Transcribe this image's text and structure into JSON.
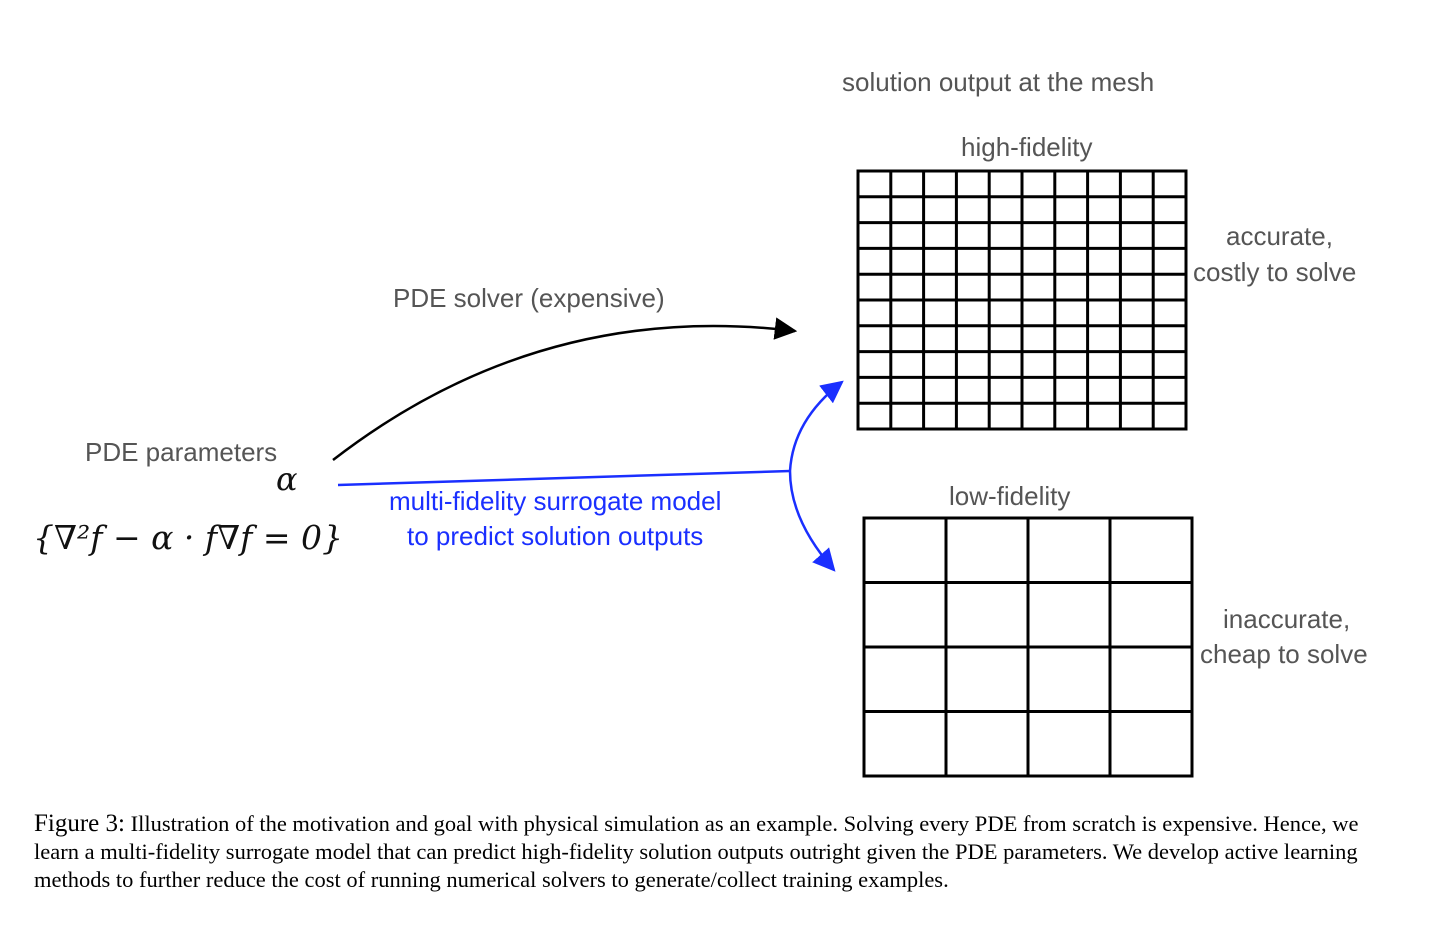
{
  "labels": {
    "solution_output": "solution output at the mesh",
    "high_fidelity": "high-fidelity",
    "low_fidelity": "low-fidelity",
    "accurate_line1": "accurate,",
    "accurate_line2": "costly to solve",
    "inaccurate_line1": "inaccurate,",
    "inaccurate_line2": "cheap to solve",
    "pde_solver": "PDE solver (expensive)",
    "pde_parameters": "PDE parameters",
    "alpha": "α",
    "equation": "{∇²f − α · f∇f = 0}",
    "surrogate_line1": "multi-fidelity surrogate model",
    "surrogate_line2": "to predict solution outputs"
  },
  "meshes": {
    "high_fidelity": {
      "rows": 10,
      "cols": 10
    },
    "low_fidelity": {
      "rows": 4,
      "cols": 4
    }
  },
  "colors": {
    "text_gray": "#555555",
    "surrogate_blue": "#1a2fff",
    "black": "#000000"
  },
  "caption": {
    "label": "Figure 3:",
    "text": "Illustration of the motivation and goal with physical simulation as an example. Solving every PDE from scratch is expensive. Hence, we learn a multi-fidelity surrogate model that can predict high-fidelity solution outputs outright given the PDE parameters. We develop active learning methods to further reduce the cost of running numerical solvers to generate/collect training examples."
  }
}
